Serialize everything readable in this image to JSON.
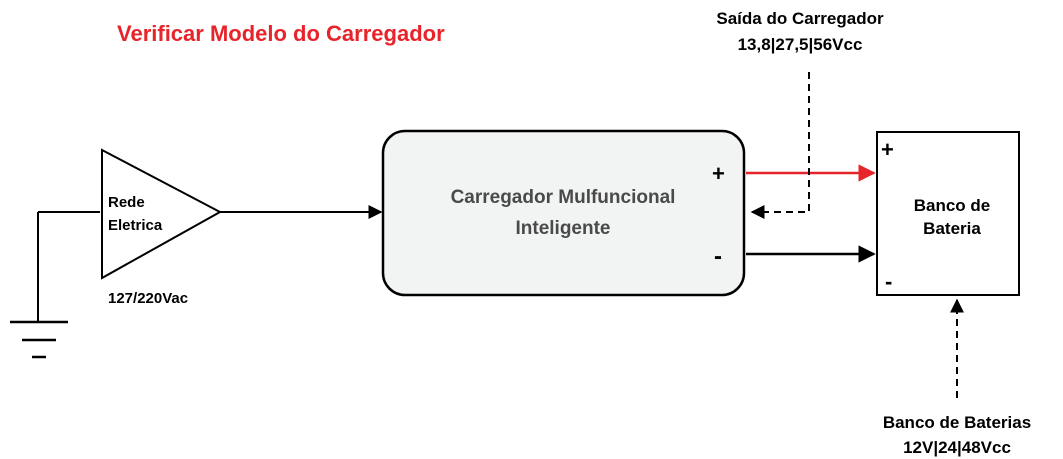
{
  "title": "Verificar Modelo do Carregador",
  "colors": {
    "title": "#e8242b",
    "positive_line": "#e8242b",
    "line": "#000000",
    "charger_fill": "#f2f4f4"
  },
  "source": {
    "label_line1": "Rede",
    "label_line2": "Eletrica",
    "voltage": "127/220Vac"
  },
  "charger": {
    "label_line1": "Carregador Mulfuncional",
    "label_line2": "Inteligente",
    "plus": "+",
    "minus": "-"
  },
  "battery": {
    "label_line1": "Banco de",
    "label_line2": "Bateria",
    "plus": "+",
    "minus": "-"
  },
  "charger_output": {
    "line1": "Saída do Carregador",
    "line2": "13,8|27,5|56Vcc"
  },
  "battery_bank": {
    "line1": "Banco de Baterias",
    "line2": "12V|24|48Vcc"
  },
  "icons": {
    "ground": "ground-icon",
    "amplifier": "triangle-source-icon"
  }
}
